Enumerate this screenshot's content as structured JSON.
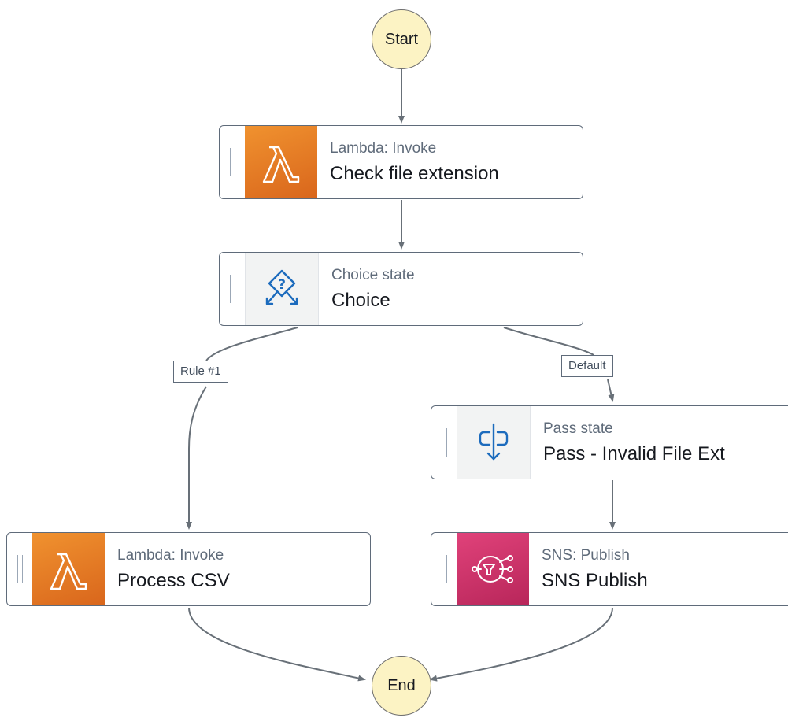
{
  "colors": {
    "edge": "#687078",
    "terminal_fill": "#fcf3c4",
    "lambda": "#e8791f",
    "sns": "#cc2e6a",
    "choice_icon": "#1c6bbd"
  },
  "start": {
    "label": "Start"
  },
  "end": {
    "label": "End"
  },
  "states": [
    {
      "type": "Lambda: Invoke",
      "name": "Check file extension",
      "icon": "lambda-icon"
    },
    {
      "type": "Choice state",
      "name": "Choice",
      "icon": "choice-icon"
    },
    {
      "type": "Pass state",
      "name": "Pass - Invalid File Ext",
      "icon": "pass-icon"
    },
    {
      "type": "Lambda: Invoke",
      "name": "Process CSV",
      "icon": "lambda-icon"
    },
    {
      "type": "SNS: Publish",
      "name": "SNS Publish",
      "icon": "sns-icon"
    }
  ],
  "edge_labels": {
    "rule": "Rule #1",
    "default": "Default"
  }
}
